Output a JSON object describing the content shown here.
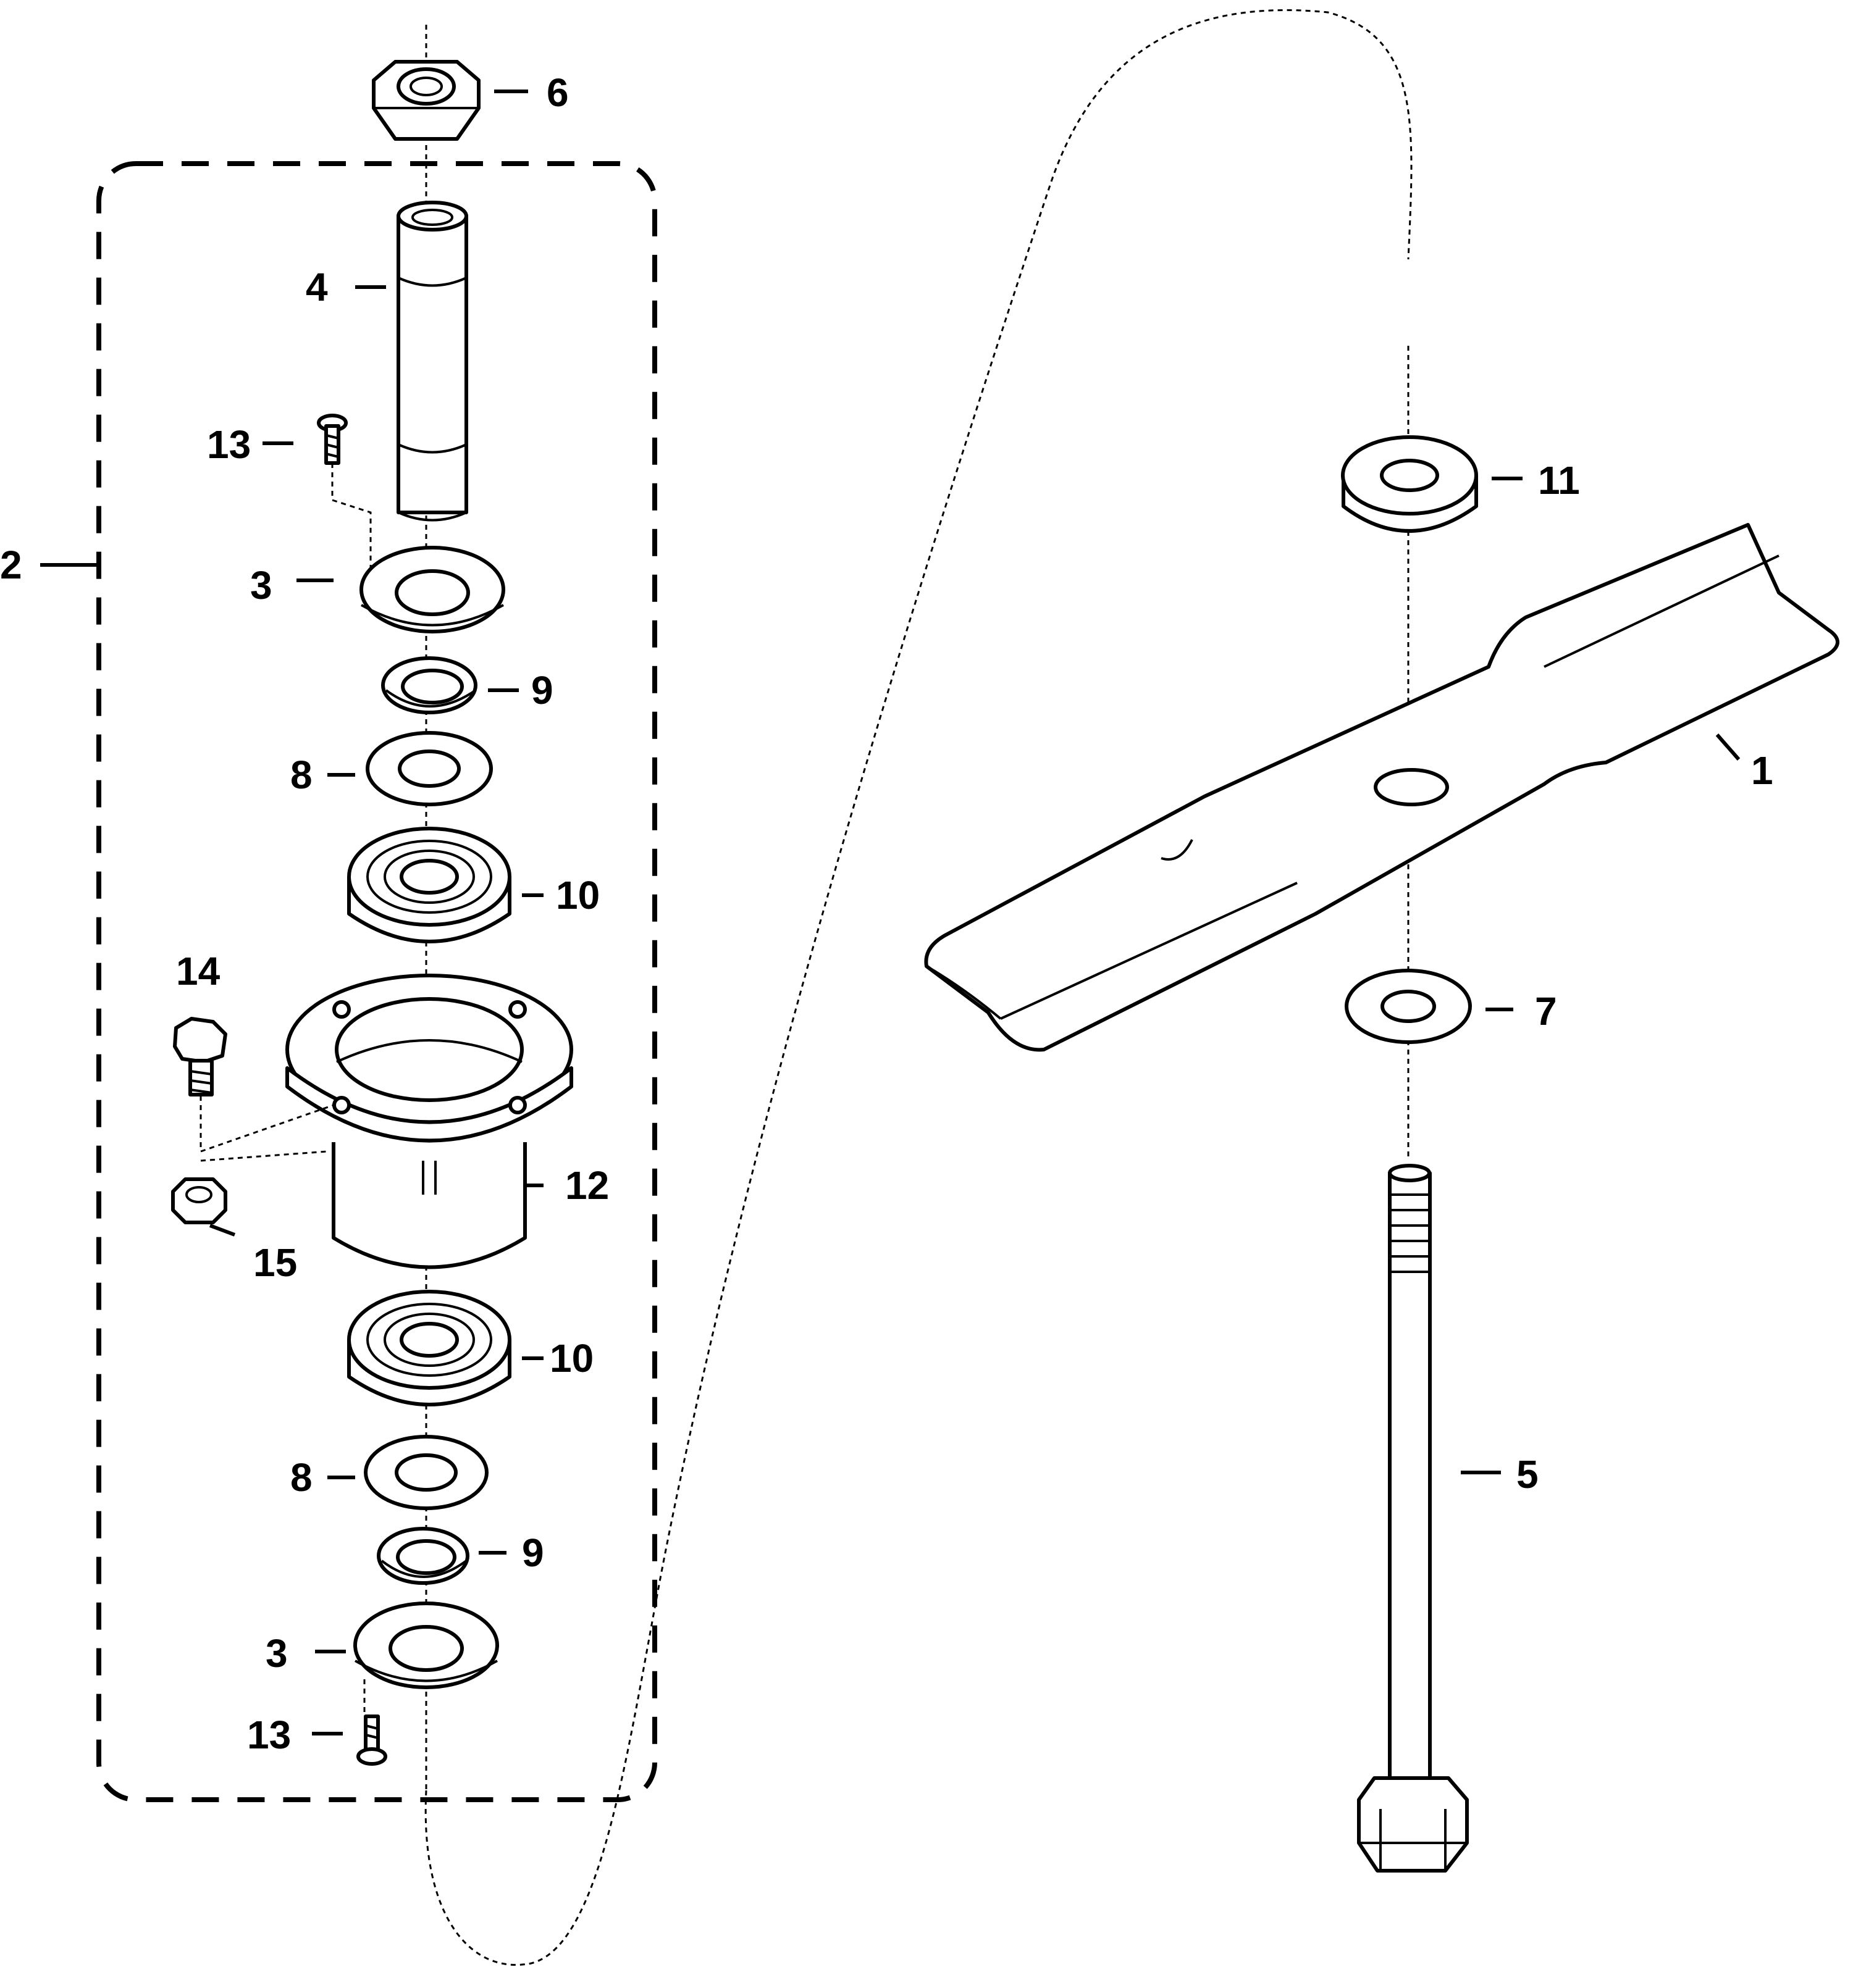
{
  "labels": {
    "l1": "1",
    "l2": "2",
    "l3a": "3",
    "l3b": "3",
    "l4": "4",
    "l5": "5",
    "l6": "6",
    "l7": "7",
    "l8a": "8",
    "l8b": "8",
    "l9a": "9",
    "l9b": "9",
    "l10a": "10",
    "l10b": "10",
    "l11": "11",
    "l12": "12",
    "l13a": "13",
    "l13b": "13",
    "l14": "14",
    "l15": "15"
  }
}
